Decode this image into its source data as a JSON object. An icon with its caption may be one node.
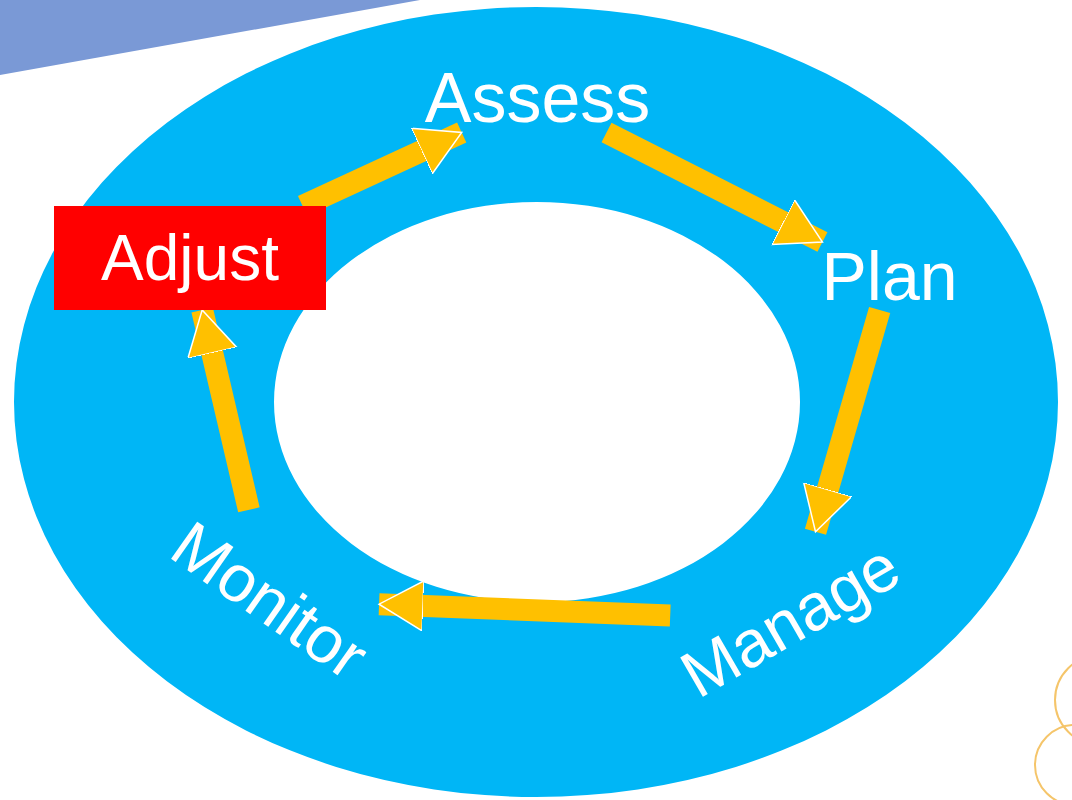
{
  "diagram": {
    "nodes": [
      {
        "text": [
          "Assess"
        ]
      },
      {
        "text": [
          "Plan"
        ]
      },
      {
        "text": [
          "Manage"
        ]
      },
      {
        "text": [
          "Monitor"
        ]
      },
      {
        "text": [
          "Adjust"
        ]
      }
    ],
    "edges": [
      {
        "from": 0,
        "to": 1,
        "arrow": "to"
      },
      {
        "from": 1,
        "to": 2,
        "arrow": "to"
      },
      {
        "from": 2,
        "to": 3,
        "arrow": "to"
      },
      {
        "from": 3,
        "to": 4,
        "arrow": "to"
      },
      {
        "from": 4,
        "to": 0,
        "arrow": "to"
      }
    ]
  }
}
